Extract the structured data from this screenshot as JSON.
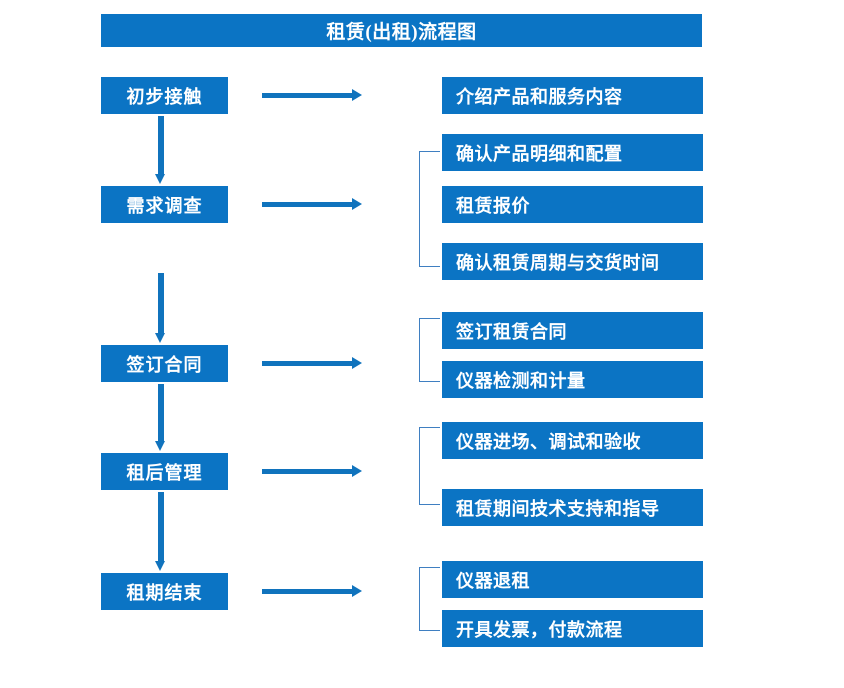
{
  "header": {
    "title": "租赁(出租)流程图"
  },
  "colors": {
    "box_blue": "#0b74c4",
    "arrow_blue": "#1073bd",
    "bracket_blue": "#3f7fc1",
    "box_text": "#ffffff",
    "background": "#ffffff"
  },
  "stages": [
    {
      "name": "初步接触",
      "details": [
        "介绍产品和服务内容"
      ],
      "bracketed": false
    },
    {
      "name": "需求调查",
      "details": [
        "确认产品明细和配置",
        "租赁报价",
        "确认租赁周期与交货时间"
      ],
      "bracketed": true
    },
    {
      "name": "签订合同",
      "details": [
        "签订租赁合同",
        "仪器检测和计量"
      ],
      "bracketed": true
    },
    {
      "name": "租后管理",
      "details": [
        "仪器进场、调试和验收",
        "租赁期间技术支持和指导"
      ],
      "bracketed": true
    },
    {
      "name": "租期结束",
      "details": [
        "仪器退租",
        "开具发票，付款流程"
      ],
      "bracketed": true
    }
  ],
  "left_boxes": [
    {
      "label": "初步接触"
    },
    {
      "label": "需求调查"
    },
    {
      "label": "签订合同"
    },
    {
      "label": "租后管理"
    },
    {
      "label": "租期结束"
    }
  ],
  "right_boxes": [
    {
      "label": "介绍产品和服务内容"
    },
    {
      "label": "确认产品明细和配置"
    },
    {
      "label": "租赁报价"
    },
    {
      "label": "确认租赁周期与交货时间"
    },
    {
      "label": "签订租赁合同"
    },
    {
      "label": "仪器检测和计量"
    },
    {
      "label": "仪器进场、调试和验收"
    },
    {
      "label": "租赁期间技术支持和指导"
    },
    {
      "label": "仪器退租"
    },
    {
      "label": "开具发票，付款流程"
    }
  ]
}
